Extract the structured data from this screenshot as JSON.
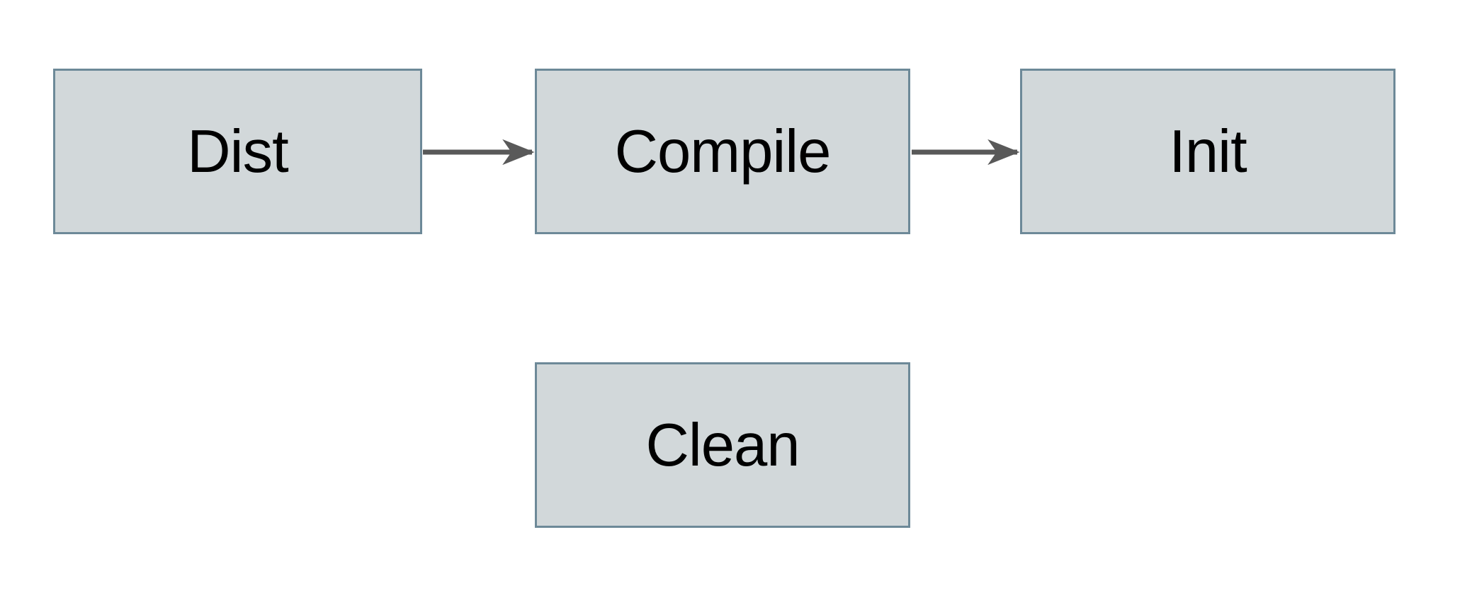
{
  "diagram": {
    "type": "flowchart",
    "colors": {
      "background": "#ffffff",
      "node-fill": "#d2d8da",
      "node-border": "#6d8998",
      "arrow": "#595959",
      "label": "#000000"
    },
    "nodes": [
      {
        "id": "dist",
        "label": "Dist"
      },
      {
        "id": "compile",
        "label": "Compile"
      },
      {
        "id": "init",
        "label": "Init"
      },
      {
        "id": "clean",
        "label": "Clean"
      }
    ],
    "edges": [
      {
        "from": "dist",
        "to": "compile",
        "style": "solid-arrow"
      },
      {
        "from": "compile",
        "to": "init",
        "style": "solid-arrow"
      }
    ]
  }
}
